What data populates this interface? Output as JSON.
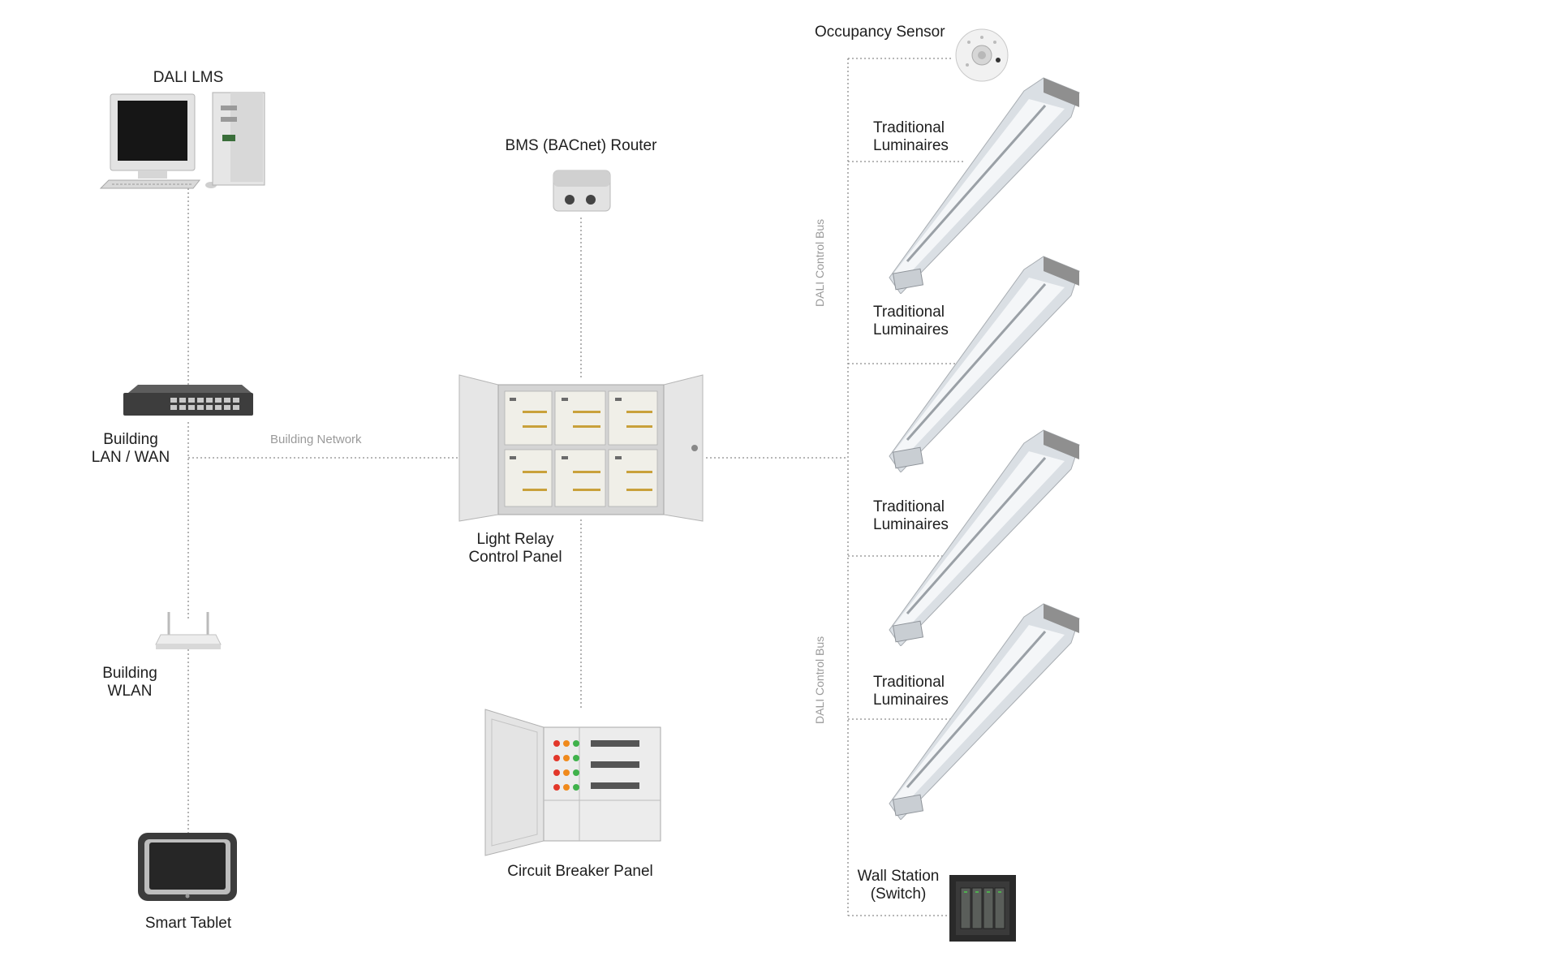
{
  "network": {
    "dali_lms": "DALI LMS",
    "building_lan_wan": [
      "Building",
      "LAN / WAN"
    ],
    "building_network": "Building Network",
    "building_wlan": [
      "Building",
      "WLAN"
    ],
    "smart_tablet": "Smart Tablet"
  },
  "center": {
    "bms_router": "BMS (BACnet) Router",
    "relay_panel": [
      "Light Relay",
      "Control Panel"
    ],
    "breaker_panel": "Circuit Breaker Panel"
  },
  "bus": {
    "occupancy_sensor": "Occupancy Sensor",
    "bus_label_upper": "DALI Control Bus",
    "bus_label_lower": "DALI Control Bus",
    "luminaires": [
      {
        "line1": "Traditional",
        "line2": "Luminaires"
      },
      {
        "line1": "Traditional",
        "line2": "Luminaires"
      },
      {
        "line1": "Traditional",
        "line2": "Luminaires"
      },
      {
        "line1": "Traditional",
        "line2": "Luminaires"
      }
    ],
    "wall_station": [
      "Wall Station",
      "(Switch)"
    ]
  },
  "colors": {
    "connector": "#8c8c8c",
    "muted_label": "#9a9a9a",
    "breaker_red": "#e2372a",
    "breaker_orange": "#f08a1c",
    "breaker_green": "#3fb24b"
  }
}
